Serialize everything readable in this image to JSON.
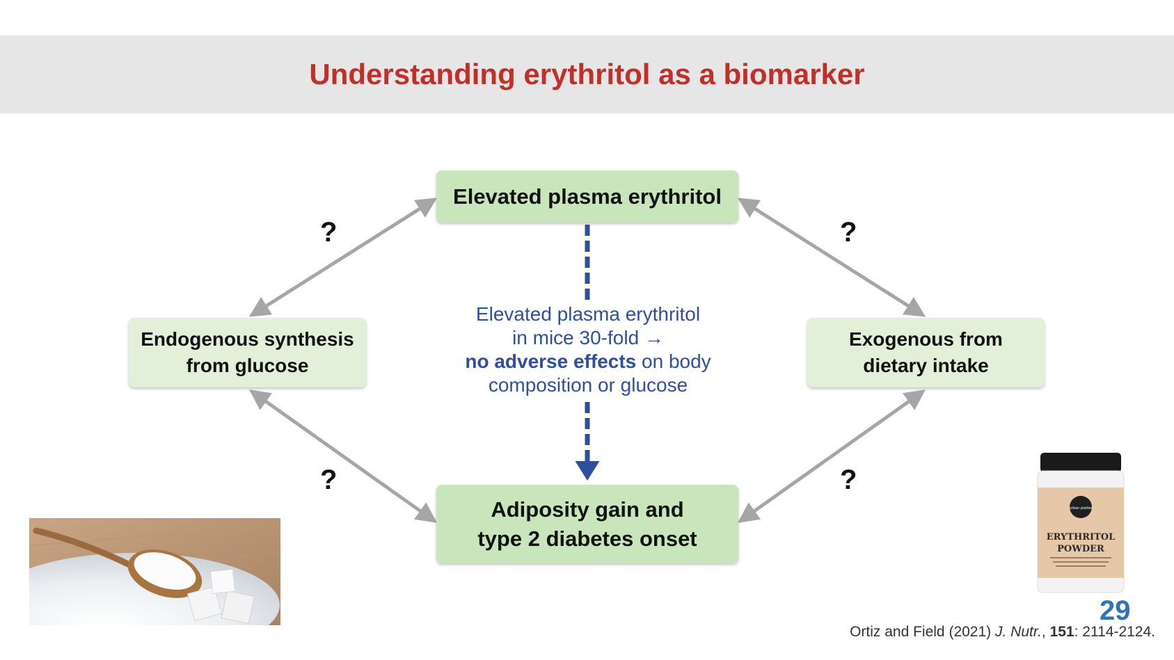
{
  "slide": {
    "title": "Understanding erythritol as a biomarker",
    "page_number": "29"
  },
  "diagram": {
    "top_node": "Elevated plasma erythritol",
    "bottom_node": [
      "Adiposity gain and",
      "type 2 diabetes onset"
    ],
    "left_node": [
      "Endogenous synthesis",
      "from glucose"
    ],
    "right_node": [
      "Exogenous from",
      "dietary intake"
    ],
    "question_mark": "?",
    "center_note": {
      "line1": "Elevated plasma erythritol",
      "line2": "in mice 30-fold",
      "arrow_glyph": "→",
      "line3_bold": "no adverse effects",
      "line3_rest": " on body",
      "line4": "composition or glucose"
    }
  },
  "product_label": {
    "brand": "urban platter",
    "line1": "ERYTHRITOL",
    "line2": "POWDER"
  },
  "citation": {
    "authors_year": "Ortiz and Field (2021) ",
    "journal": "J. Nutr.",
    "sep": ", ",
    "volume": "151",
    "pages": ":  2114-2124."
  },
  "colors": {
    "title": "#c0302a",
    "note_text": "#2f4e9e",
    "dashed_arrow": "#2f4e9e",
    "grey_arrow": "#a6a6a6",
    "box_main": "#c9e5bc",
    "box_side": "#e2f0d9",
    "page_number": "#2e74b5"
  },
  "icons": {
    "sugar_photo": "sugar-spoon-photo",
    "jar_photo": "erythritol-jar-photo"
  }
}
